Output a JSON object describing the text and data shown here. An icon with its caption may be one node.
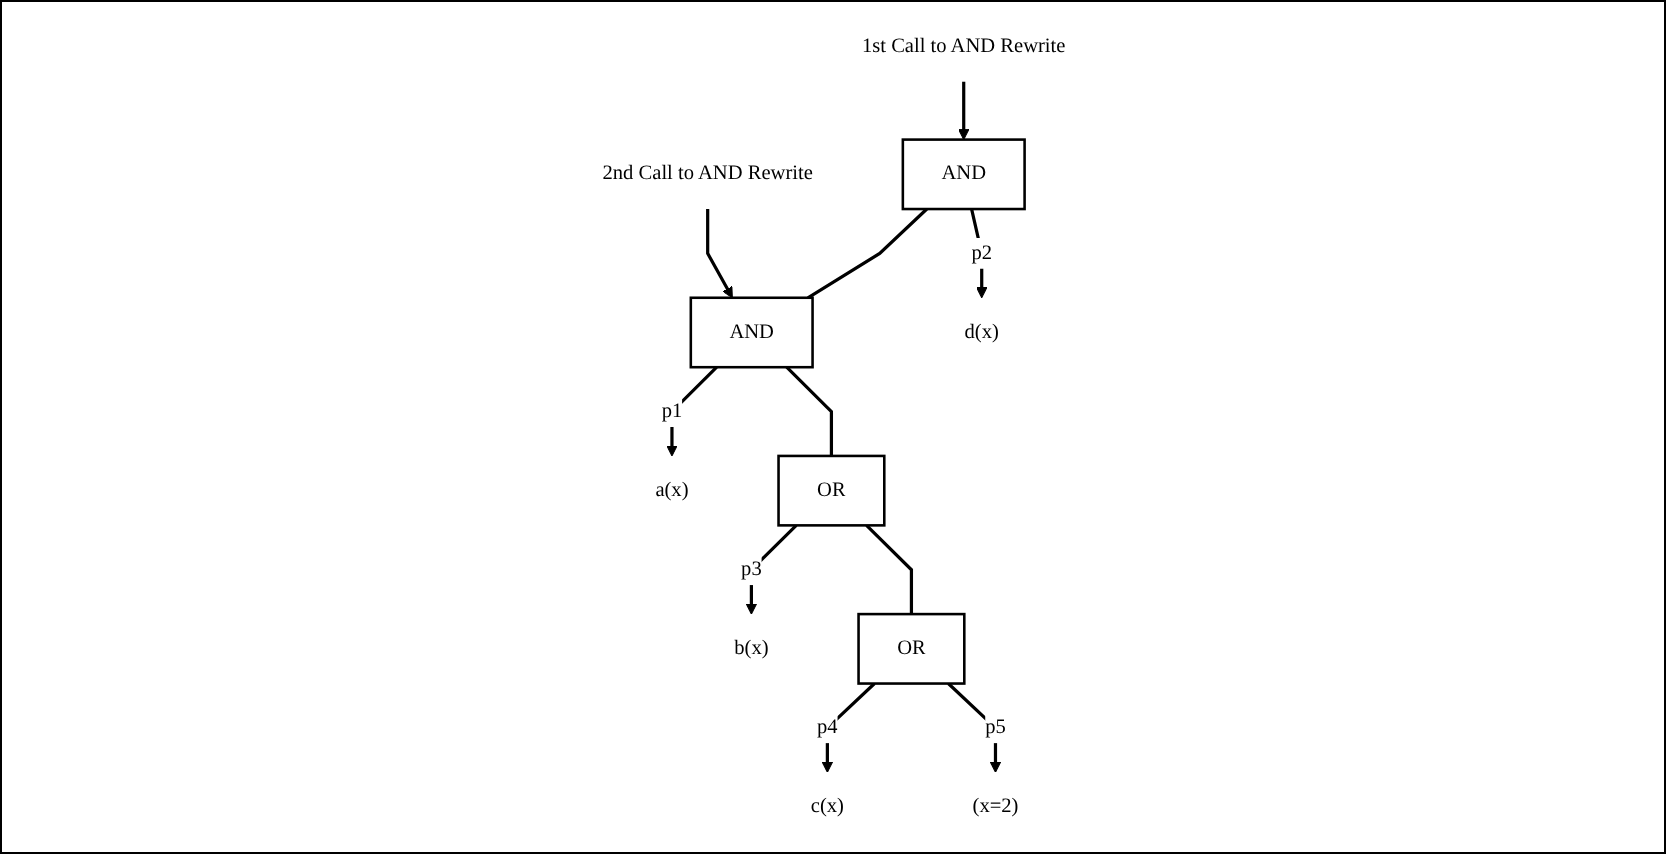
{
  "diagram": {
    "nodes": [
      {
        "text": [
          "1st Call to AND Rewrite"
        ]
      },
      {
        "text": [
          "AND"
        ]
      },
      {
        "text": [
          "2nd Call to AND Rewrite"
        ]
      },
      {
        "text": [
          "AND"
        ]
      },
      {
        "text": [
          "d(x)"
        ]
      },
      {
        "text": [
          "a(x)"
        ]
      },
      {
        "text": [
          "OR"
        ]
      },
      {
        "text": [
          "b(x)"
        ]
      },
      {
        "text": [
          "OR"
        ]
      },
      {
        "text": [
          "c(x)"
        ]
      },
      {
        "text": [
          "(x=2)"
        ]
      }
    ],
    "edges": [
      {
        "from": 0,
        "to": 1,
        "arrow": "to"
      },
      {
        "from": 2,
        "to": 3,
        "arrow": "to"
      },
      {
        "from": 1,
        "to": 3,
        "arrow": "none"
      },
      {
        "from": 1,
        "to": 4,
        "arrow": "to",
        "label": "p2"
      },
      {
        "from": 3,
        "to": 5,
        "arrow": "to",
        "label": "p1"
      },
      {
        "from": 3,
        "to": 6,
        "arrow": "none"
      },
      {
        "from": 6,
        "to": 7,
        "arrow": "to",
        "label": "p3"
      },
      {
        "from": 6,
        "to": 8,
        "arrow": "none"
      },
      {
        "from": 8,
        "to": 9,
        "arrow": "to",
        "label": "p4"
      },
      {
        "from": 8,
        "to": 10,
        "arrow": "to",
        "label": "p5"
      }
    ]
  }
}
